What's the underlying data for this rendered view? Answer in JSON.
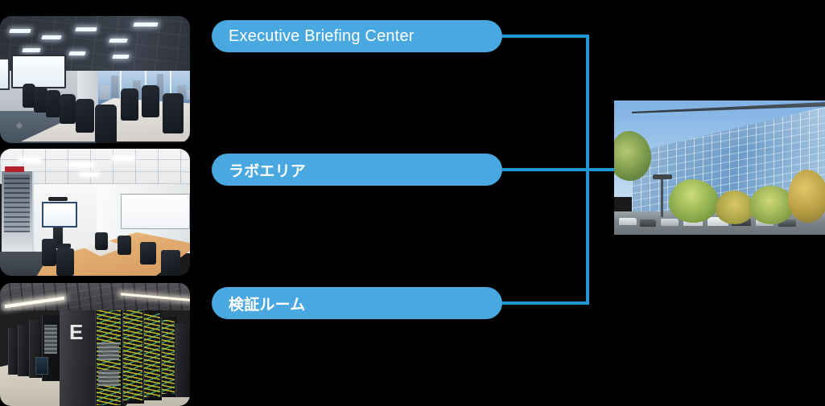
{
  "diagram": {
    "background_color": "#000000",
    "node_color": "#4aa8e0",
    "connector_color": "#2196d6",
    "node_text_color": "#ffffff",
    "nodes": [
      {
        "id": "executive-briefing-center",
        "label": "Executive Briefing Center",
        "script": "latin"
      },
      {
        "id": "lab-area",
        "label": "ラボエリア",
        "script": "japanese"
      },
      {
        "id": "verification-room",
        "label": "検証ルーム",
        "script": "japanese"
      }
    ],
    "photos": {
      "executive_briefing_center": "conference-room-photo",
      "lab_area": "lab-meeting-room-photo",
      "verification_room": "data-center-racks-photo",
      "facility": "office-building-exterior-photo"
    },
    "rack_label": "E"
  }
}
